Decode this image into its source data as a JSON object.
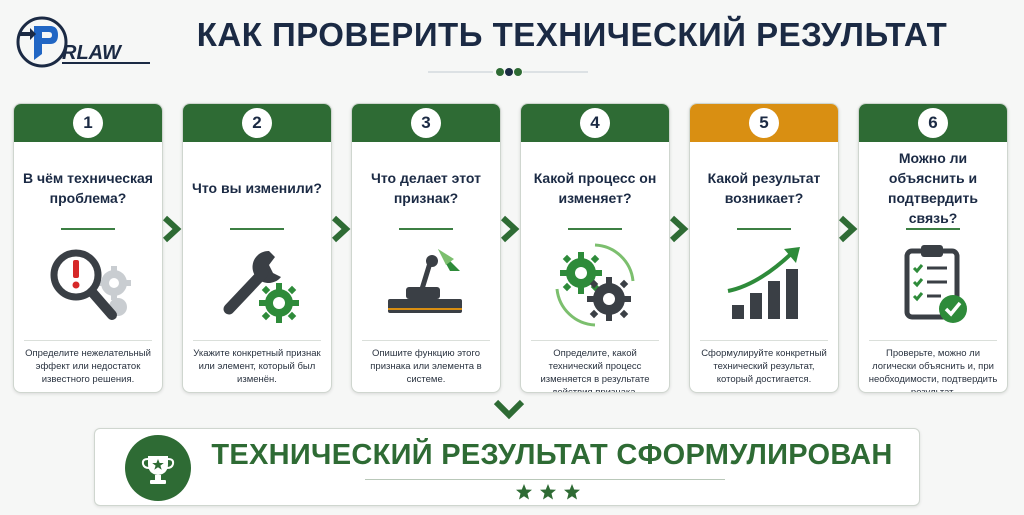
{
  "logo": {
    "text": "RLAW",
    "icon": "p-arrow-logo"
  },
  "title": "КАК ПРОВЕРИТЬ ТЕХНИЧЕСКИЙ РЕЗУЛЬТАТ",
  "colors": {
    "green": "#2e6b34",
    "orange": "#d98f12",
    "navy": "#1b2a44"
  },
  "steps": [
    {
      "number": "1",
      "question": "В чём техническая проблема?",
      "icon": "magnifier-warning-gears-icon",
      "description": "Определите нежелательный эффект или недостаток известного решения."
    },
    {
      "number": "2",
      "question": "Что вы изменили?",
      "icon": "wrench-gear-icon",
      "description": "Укажите конкретный признак или элемент, который был изменён."
    },
    {
      "number": "3",
      "question": "Что делает этот признак?",
      "icon": "lever-mechanism-icon",
      "description": "Опишите функцию этого признака или элемента в системе."
    },
    {
      "number": "4",
      "question": "Какой процесс он изменяет?",
      "icon": "gears-cycle-icon",
      "description": "Определите, какой технический процесс изменяется в результате действия признака."
    },
    {
      "number": "5",
      "question": "Какой результат возникает?",
      "icon": "growth-bar-chart-icon",
      "description": "Сформулируйте конкретный технический результат, который достигается."
    },
    {
      "number": "6",
      "question": "Можно ли объяснить и подтвердить связь?",
      "icon": "clipboard-check-icon",
      "description": "Проверьте, можно ли логически объяснить и, при необходимости, подтвердить результат."
    }
  ],
  "result": {
    "text": "ТЕХНИЧЕСКИЙ РЕЗУЛЬТАТ СФОРМУЛИРОВАН",
    "icon": "trophy-star-icon",
    "stars": 3
  }
}
